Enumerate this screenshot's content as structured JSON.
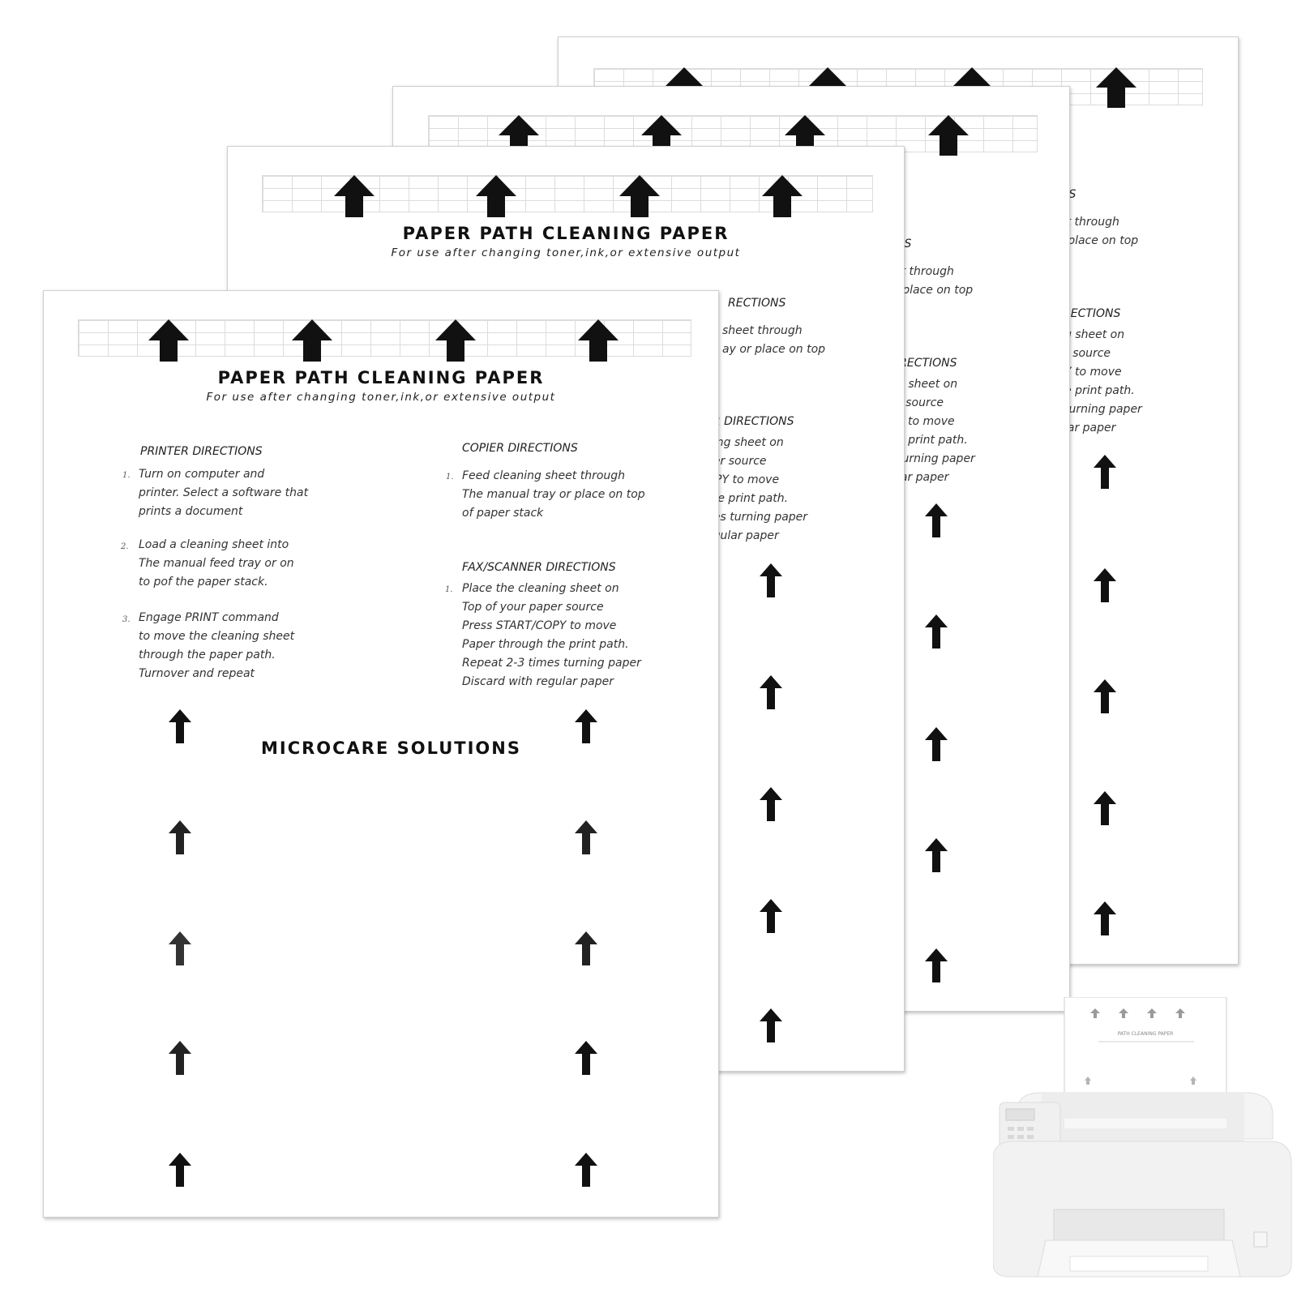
{
  "sheet": {
    "title": "PAPER PATH CLEANING PAPER",
    "subtitle": "For use after changing toner,ink,or extensive output",
    "printer_directions": {
      "heading": "PRINTER DIRECTIONS",
      "steps": [
        {
          "num": "1.",
          "text": "Turn on computer and\nprinter. Select a software that\nprints a document"
        },
        {
          "num": "2.",
          "text": "Load a cleaning sheet into\nThe manual feed tray or on\nto pof the paper stack."
        },
        {
          "num": "3.",
          "text": "Engage PRINT command\nto move the cleaning sheet\nthrough the paper path.\nTurnover and repeat"
        }
      ]
    },
    "copier_directions": {
      "heading": "COPIER DIRECTIONS",
      "steps": [
        {
          "num": "1.",
          "text": "Feed cleaning sheet through\nThe manual tray or place on top\nof paper stack"
        }
      ]
    },
    "fax_directions": {
      "heading": "FAX/SCANNER DIRECTIONS",
      "steps": [
        {
          "num": "1.",
          "text": "Place the cleaning sheet on\nTop of your paper source\nPress START/COPY to move\nPaper through the print path.\nRepeat 2-3 times turning paper\nDiscard with regular paper"
        }
      ]
    },
    "brand": "MICROCARE SOLUTIONS"
  },
  "back_sheets": {
    "s2": {
      "heading_fragment": "RECTIONS",
      "copier_lines": "sheet through\nay or place on top",
      "fax_heading_fragment": "R DIRECTIONS",
      "fax_lines": "ning sheet on\nper source\nOPY to move\nthe print path.\nnes turning paper\negular paper"
    },
    "s3": {
      "heading_fragment": "NS",
      "copier_lines": "et through\nr place on top",
      "fax_heading_fragment": "IRECTIONS",
      "fax_lines": "g sheet on\nr source\nY to move\ne print path.\nturning paper\nlar paper"
    },
    "s4": {
      "heading_fragment": "NS",
      "copier_lines": "et through\nr place on top",
      "fax_heading_fragment": "RECTIONS",
      "fax_lines": "g sheet on\nr source\nY to move\ne print path.\nturning paper\nlar paper"
    }
  },
  "printer_illustration": {
    "paper_title": "PATH CLEANING PAPER"
  },
  "colors": {
    "ink": "#111111",
    "grid": "#dcdcdc",
    "printer_body": "#f2f2f2"
  }
}
